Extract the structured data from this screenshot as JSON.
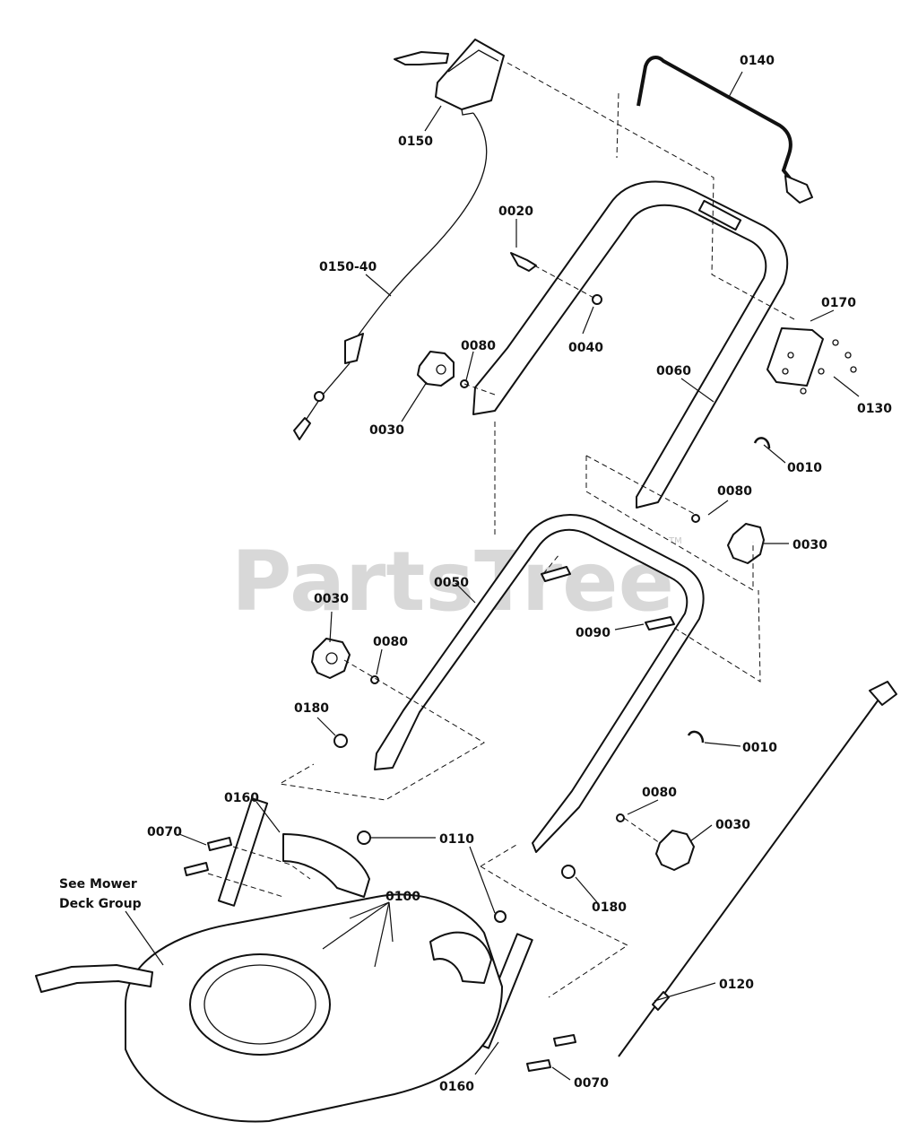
{
  "diagram": {
    "watermark": "PartsTree",
    "watermark_tm": "TM",
    "callouts": [
      {
        "id": "c-0140",
        "text": "0140"
      },
      {
        "id": "c-0150",
        "text": "0150"
      },
      {
        "id": "c-0020",
        "text": "0020"
      },
      {
        "id": "c-0150-40",
        "text": "0150-40"
      },
      {
        "id": "c-0170",
        "text": "0170"
      },
      {
        "id": "c-0040",
        "text": "0040"
      },
      {
        "id": "c-0080a",
        "text": "0080"
      },
      {
        "id": "c-0030a",
        "text": "0030"
      },
      {
        "id": "c-0060",
        "text": "0060"
      },
      {
        "id": "c-0130",
        "text": "0130"
      },
      {
        "id": "c-0010a",
        "text": "0010"
      },
      {
        "id": "c-0080b",
        "text": "0080"
      },
      {
        "id": "c-0030b",
        "text": "0030"
      },
      {
        "id": "c-0050",
        "text": "0050"
      },
      {
        "id": "c-0030c",
        "text": "0030"
      },
      {
        "id": "c-0090",
        "text": "0090"
      },
      {
        "id": "c-0080c",
        "text": "0080"
      },
      {
        "id": "c-0180a",
        "text": "0180"
      },
      {
        "id": "c-0010b",
        "text": "0010"
      },
      {
        "id": "c-0160a",
        "text": "0160"
      },
      {
        "id": "c-0080d",
        "text": "0080"
      },
      {
        "id": "c-0030d",
        "text": "0030"
      },
      {
        "id": "c-0070a",
        "text": "0070"
      },
      {
        "id": "c-0110",
        "text": "0110"
      },
      {
        "id": "c-0180b",
        "text": "0180"
      },
      {
        "id": "c-0100",
        "text": "0100"
      },
      {
        "id": "c-0120",
        "text": "0120"
      },
      {
        "id": "c-0160b",
        "text": "0160"
      },
      {
        "id": "c-0070b",
        "text": "0070"
      }
    ],
    "deck_note_line1": "See Mower",
    "deck_note_line2": "Deck Group"
  }
}
